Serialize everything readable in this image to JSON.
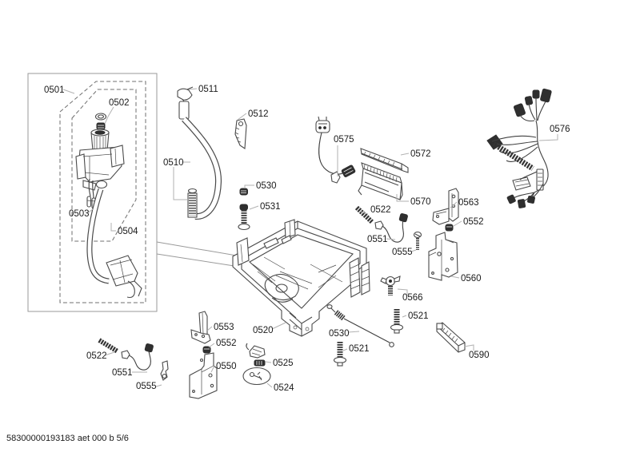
{
  "diagram": {
    "type": "exploded-parts-diagram",
    "footer": "58300000193183 aet 000 b 5/6",
    "colors": {
      "background": "#ffffff",
      "part_line": "#4a4a4a",
      "leader_line": "#b2b2b2",
      "frame_line": "#9a9a9a",
      "dark_fill": "#2f2f2f",
      "text": "#1a1a1a"
    },
    "labels": [
      {
        "text": "0501"
      },
      {
        "text": "0502"
      },
      {
        "text": "0503"
      },
      {
        "text": "0504"
      },
      {
        "text": "0510"
      },
      {
        "text": "0511"
      },
      {
        "text": "0512"
      },
      {
        "text": "0530"
      },
      {
        "text": "0531"
      },
      {
        "text": "0575"
      },
      {
        "text": "0572"
      },
      {
        "text": "0570"
      },
      {
        "text": "0576"
      },
      {
        "text": "0522"
      },
      {
        "text": "0551"
      },
      {
        "text": "0555"
      },
      {
        "text": "0563"
      },
      {
        "text": "0552"
      },
      {
        "text": "0560"
      },
      {
        "text": "0566"
      },
      {
        "text": "0521"
      },
      {
        "text": "0590"
      },
      {
        "text": "0520"
      },
      {
        "text": "0530"
      },
      {
        "text": "0521"
      },
      {
        "text": "0553"
      },
      {
        "text": "0552"
      },
      {
        "text": "0550"
      },
      {
        "text": "0522"
      },
      {
        "text": "0551"
      },
      {
        "text": "0555"
      },
      {
        "text": "0525"
      },
      {
        "text": "0524"
      }
    ]
  }
}
